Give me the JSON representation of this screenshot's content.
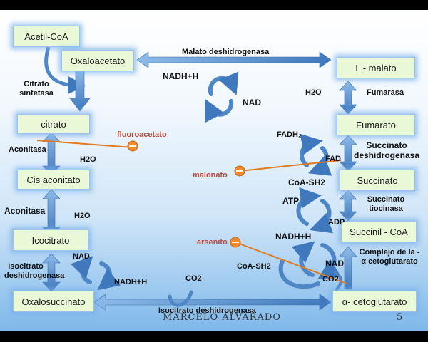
{
  "metabolites": {
    "acetil_coa": "Acetil-CoA",
    "oxaloacetato": "Oxaloacetato",
    "citrato": "citrato",
    "cis_aconitato": "Cis aconitato",
    "icocitrato": "Icocitrato",
    "oxalosuccinato": "Oxalosuccinato",
    "l_malato": "L - malato",
    "fumarato": "Fumarato",
    "succinato": "Succinato",
    "succinil_coa": "Succinil - CoA",
    "alfa_cetoglutarato": "α- cetoglutarato"
  },
  "enzymes": {
    "malato_dh": "Malato deshidrogenasa",
    "citrato_sintetasa_1": "Citrato",
    "citrato_sintetasa_2": "sintetasa",
    "aconitasa_1": "Aconitasa",
    "aconitasa_2": "Aconitasa",
    "isocitrato_dh_1": "Isocitrato",
    "isocitrato_dh_2": "deshidrogenasa",
    "isocitrato_dh_bottom": "Isocitrato deshidrogenasa",
    "fumarasa": "Fumarasa",
    "succinato_dh_1": "Succinato",
    "succinato_dh_2": "deshidrogenasa",
    "succinato_tiocinasa_1": "Succinato",
    "succinato_tiocinasa_2": "tiocinasa",
    "complejo_1": "Complejo de la -",
    "complejo_2": "α cetoglutarato"
  },
  "cofactors": {
    "nadh_top": "NADH+H",
    "nad_top": "NAD",
    "h2o_right": "H2O",
    "h2o_left1": "H2O",
    "h2o_left2": "H2O",
    "fadh2": "FADH₂",
    "fad": "FAD",
    "coa_sh2_right": "CoA-SH2",
    "atp": "ATP",
    "adp": "ADP",
    "nadh_right": "NADH+H",
    "coa_sh2_bottom": "CoA-SH2",
    "nad_right": "NAD",
    "co2_right": "CO2",
    "nad_left": "NAD",
    "nadh_left": "NADH+H",
    "co2_bottom": "CO2"
  },
  "inhibitors": {
    "fluoroacetato": "fluoroacetato",
    "malonato": "malonato",
    "arsenito": "arsenito"
  },
  "colors": {
    "box_fill": "#e9f8d6",
    "arrow_fill": "#5f95cf",
    "inhibitor_line": "#e07a22",
    "inhibitor_text": "#b84a3e"
  },
  "footer": {
    "author": "MARCELO ALVARADO",
    "page": "5"
  }
}
